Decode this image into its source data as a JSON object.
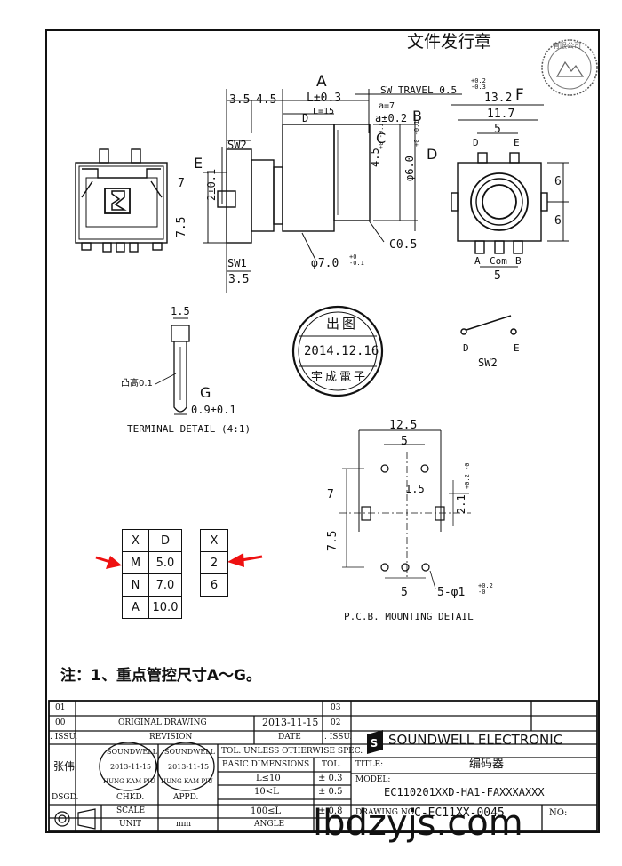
{
  "header": {
    "stamp_text": "文件发行章",
    "round_seal_text": "有限公司"
  },
  "dimensions": {
    "A": "A",
    "B": "B",
    "C": "C",
    "D": "D",
    "E": "E",
    "F": "F",
    "G": "G",
    "l_tol": "L±0.3",
    "l15": "L=15",
    "d_label": "D",
    "a7": "a=7",
    "a_tol": "a±0.2",
    "sw_travel": "SW TRAVEL 0.5",
    "sw_travel_tol": "+0.2 -0.3",
    "d35": "3.5",
    "d45": "4.5",
    "d132": "13.2",
    "d117": "11.7",
    "d5_top": "5",
    "sw2": "SW2",
    "sw1": "SW1",
    "d2": "2±0.1",
    "d7": "7",
    "d75": "7.5",
    "d35b": "3.5",
    "d45v": "4.5",
    "d45v_tol": "+0 -0.1",
    "d6phi": "φ6.0",
    "d6phi_tol": "+0 -0.1",
    "c05": "C0.5",
    "phi7": "φ7.0",
    "phi7_tol": "+0 -0.1",
    "d6a": "6",
    "d6b": "6",
    "pin_a": "A",
    "pin_com": "Com",
    "pin_b": "B",
    "d5_bottom": "5",
    "pin_d": "D",
    "pin_e": "E"
  },
  "terminal": {
    "d15": "1.5",
    "bump": "凸高0.1",
    "d09": "0.9±0.1",
    "caption": "TERMINAL DETAIL (4:1)"
  },
  "date_stamp": {
    "top": "出图",
    "date": "2014.12.16",
    "bottom": "宇成電子"
  },
  "sw2_symbol": {
    "d": "D",
    "e": "E",
    "label": "SW2"
  },
  "pcb": {
    "d125": "12.5",
    "d5a": "5",
    "d15": "1.5",
    "d21": "2.1",
    "d21_tol": "+0.2 -0",
    "d7": "7",
    "d75": "7.5",
    "d5b": "5",
    "holes": "5-φ1",
    "holes_tol": "+0.2 -0",
    "caption": "P.C.B. MOUNTING DETAIL"
  },
  "option_table": {
    "headers": [
      "X",
      "D"
    ],
    "rows": [
      [
        "M",
        "5.0"
      ],
      [
        "N",
        "7.0"
      ],
      [
        "A",
        "10.0"
      ]
    ]
  },
  "option_table2": {
    "header": "X",
    "rows": [
      "2",
      "6"
    ]
  },
  "note": "注：1、重点管控尺寸A～G。",
  "title_block": {
    "rev_01": "01",
    "rev_00": "00",
    "rev_issu": ". ISSU.",
    "original_drawing": "ORIGINAL  DRAWING",
    "orig_date": "2013-11-15",
    "rev_03": "03",
    "rev_02": "02",
    "issu_right": ". ISSU.",
    "revision": "REVISION",
    "date_h": "DATE",
    "company": "SOUNDWELL  ELECTRONIC",
    "signer": "张伟",
    "dsgd": "DSGD.",
    "chkd": "CHKD.",
    "appd": "APPD.",
    "seal1_top": "SOUNDWELL",
    "seal1_date": "2013-11-15",
    "seal1_bot": "HUNG KAM PIU",
    "seal2_top": "SOUNDWELL",
    "seal2_date": "2013-11-15",
    "seal2_bot": "HUNG KAM PIU",
    "tol_header": "TOL. UNLESS OTHERWISE SPEC.",
    "basic_dims": "BASIC DIMENSIONS",
    "tol": "TOL.",
    "row1_dim": "L≤10",
    "row1_tol": "± 0.3",
    "row2_dim": "10<L",
    "row2_tol": "± 0.5",
    "row3_dim": "100≤L",
    "row3_tol": "± 0.8",
    "angle": "ANGLE",
    "scale": "SCALE",
    "unit": "UNIT",
    "unit_val": "mm",
    "title_label": "TITLE:",
    "title_val": "编码器",
    "model_label": "MODEL:",
    "model_val": "EC110201XXD-HA1-FAXXXAXXX",
    "drawing_no_label": "DRAWING NO:",
    "drawing_no_val": "C-EC11XX-0045",
    "no_label": "NO:"
  },
  "watermark": "lbdzyjs.com"
}
